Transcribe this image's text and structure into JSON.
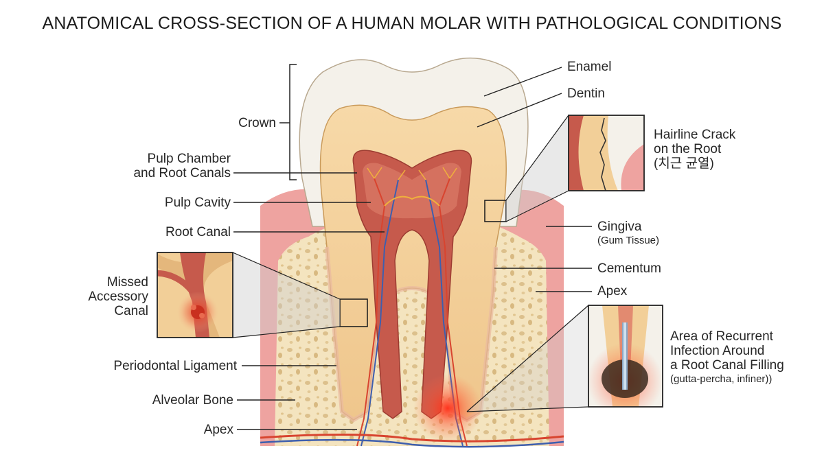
{
  "title": "ANATOMICAL CROSS-SECTION OF A HUMAN MOLAR WITH PATHOLOGICAL CONDITIONS",
  "labels_left": {
    "crown": "Crown",
    "pulp_chamber_1": "Pulp Chamber",
    "pulp_chamber_2": "and Root Canals",
    "pulp_cavity": "Pulp Cavity",
    "root_canal": "Root Canal",
    "missed_1": "Missed",
    "missed_2": "Accessory",
    "missed_3": "Canal",
    "periodontal": "Periodontal Ligament",
    "alveolar": "Alveolar Bone",
    "apex": "Apex"
  },
  "labels_right": {
    "enamel": "Enamel",
    "dentin": "Dentin",
    "crack_1": "Hairline Crack",
    "crack_2": "on the Root",
    "crack_3": "(치근 균열)",
    "gingiva": "Gingiva",
    "gingiva_sub": "(Gum Tissue)",
    "cementum": "Cementum",
    "apex": "Apex",
    "infection_1": "Area of Recurrent",
    "infection_2": "Infection Around",
    "infection_3": "a Root Canal Filling",
    "infection_sub": "(gutta-percha, infiner))"
  },
  "colors": {
    "enamel": "#f4f1ea",
    "dentin": "#f2cf98",
    "pulp": "#c65a4c",
    "gingiva": "#eea3a0",
    "bone": "#f4e4bf",
    "artery": "#d8442f",
    "vein": "#3e5fae",
    "infection": "#e8281b"
  }
}
